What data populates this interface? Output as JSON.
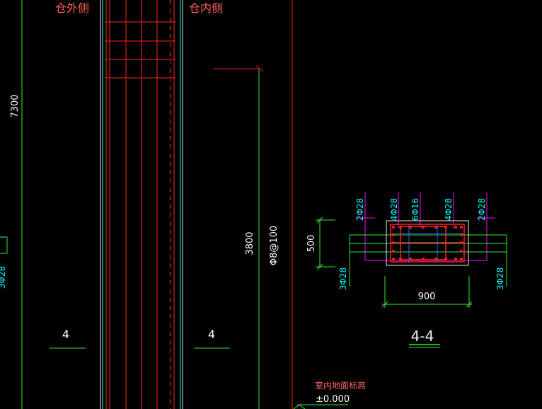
{
  "labels": {
    "outer_side": "仓外侧",
    "inner_side": "仓内侧",
    "dim_7300": "7300",
    "dim_3800": "3800",
    "stirrup_spec": "Φ8@100",
    "cut_mark_left": "4",
    "cut_mark_right": "4",
    "left_edge_rebar": "3Φ28",
    "floor_elevation_label": "室内地面标高",
    "floor_elevation_value": "±0.000"
  },
  "section_4_4": {
    "title": "4-4",
    "width_dim": "900",
    "height_dim": "500",
    "top_rebar_labels": [
      "2Φ28",
      "4Φ28",
      "6Φ16",
      "4Φ28",
      "2Φ28"
    ],
    "left_rebar_label": "3Φ28",
    "right_rebar_label": "3Φ28"
  },
  "colors": {
    "background": "#000000",
    "red": "#ff2020",
    "green": "#34e834",
    "cyan": "#00ffff",
    "magenta": "#ff00ff",
    "white": "#ffffff",
    "text_pink": "#ff6060"
  }
}
